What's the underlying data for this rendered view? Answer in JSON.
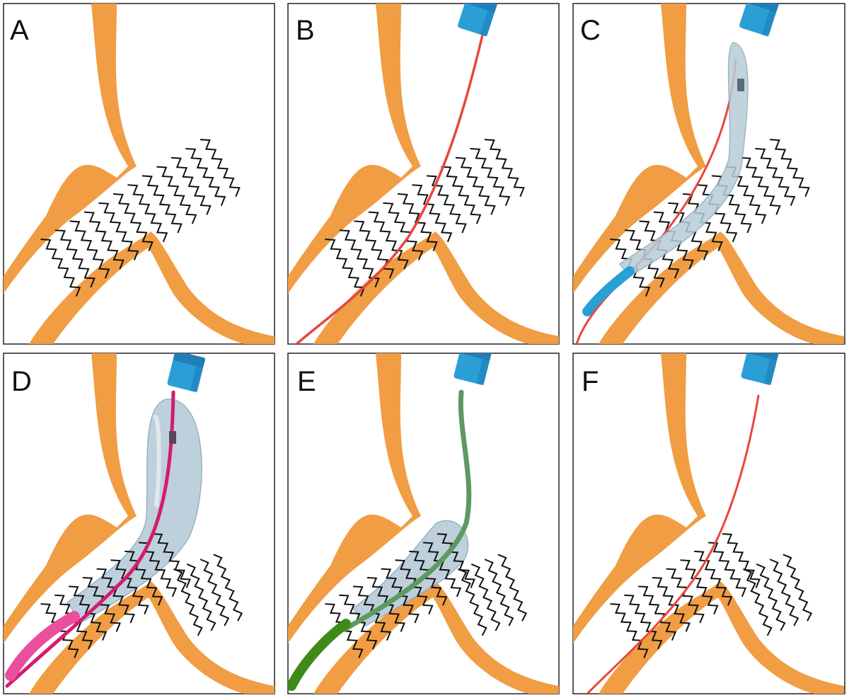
{
  "figure": {
    "panels": [
      {
        "label": "A",
        "stage": "stent"
      },
      {
        "label": "B",
        "stage": "wire"
      },
      {
        "label": "C",
        "stage": "balloon-deflated"
      },
      {
        "label": "D",
        "stage": "balloon-inflated"
      },
      {
        "label": "E",
        "stage": "kissing-balloon"
      },
      {
        "label": "F",
        "stage": "final"
      }
    ]
  },
  "colors": {
    "vessel": "#f09d44",
    "stent": "#111111",
    "wire": "#e8463c",
    "catheter": "#2a9fd6",
    "catheter_dark": "#1f7fb8",
    "balloon": "#b7ccd8",
    "balloon_edge": "#8fa9ba",
    "pink_catheter": "#ea4f9d",
    "pink_wire": "#d41c6f",
    "green_catheter": "#3f8a18",
    "green_wire": "#5d9a62"
  }
}
